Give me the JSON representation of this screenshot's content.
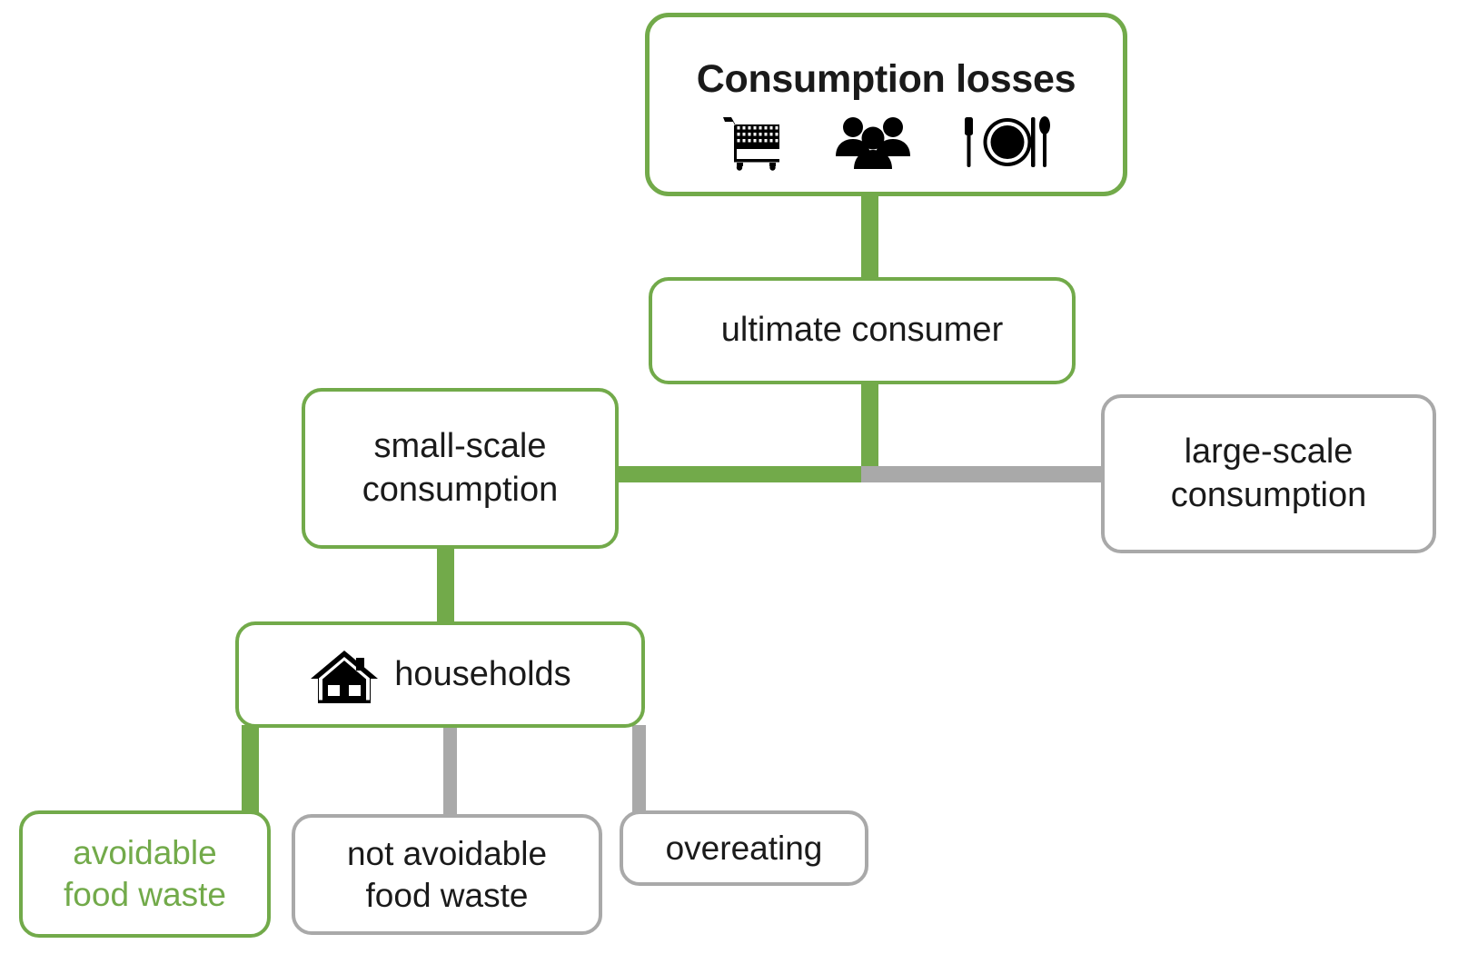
{
  "diagram": {
    "title": "Consumption losses",
    "colors": {
      "accent_green": "#72aa4a",
      "neutral_gray": "#a9a9a9",
      "text_black": "#1a1a1a",
      "background": "#ffffff"
    },
    "nodes": {
      "root": {
        "label": "Consumption losses",
        "icons": [
          "shopping-cart-icon",
          "people-group-icon",
          "plate-cutlery-icon"
        ]
      },
      "ultimate_consumer": {
        "label": "ultimate consumer"
      },
      "small_scale": {
        "label": "small-scale\nconsumption"
      },
      "large_scale": {
        "label": "large-scale\nconsumption"
      },
      "households": {
        "label": "households",
        "icon": "house-icon"
      },
      "avoidable": {
        "label": "avoidable\nfood waste"
      },
      "not_avoidable": {
        "label": "not avoidable\nfood waste"
      },
      "overeating": {
        "label": "overeating"
      }
    }
  }
}
